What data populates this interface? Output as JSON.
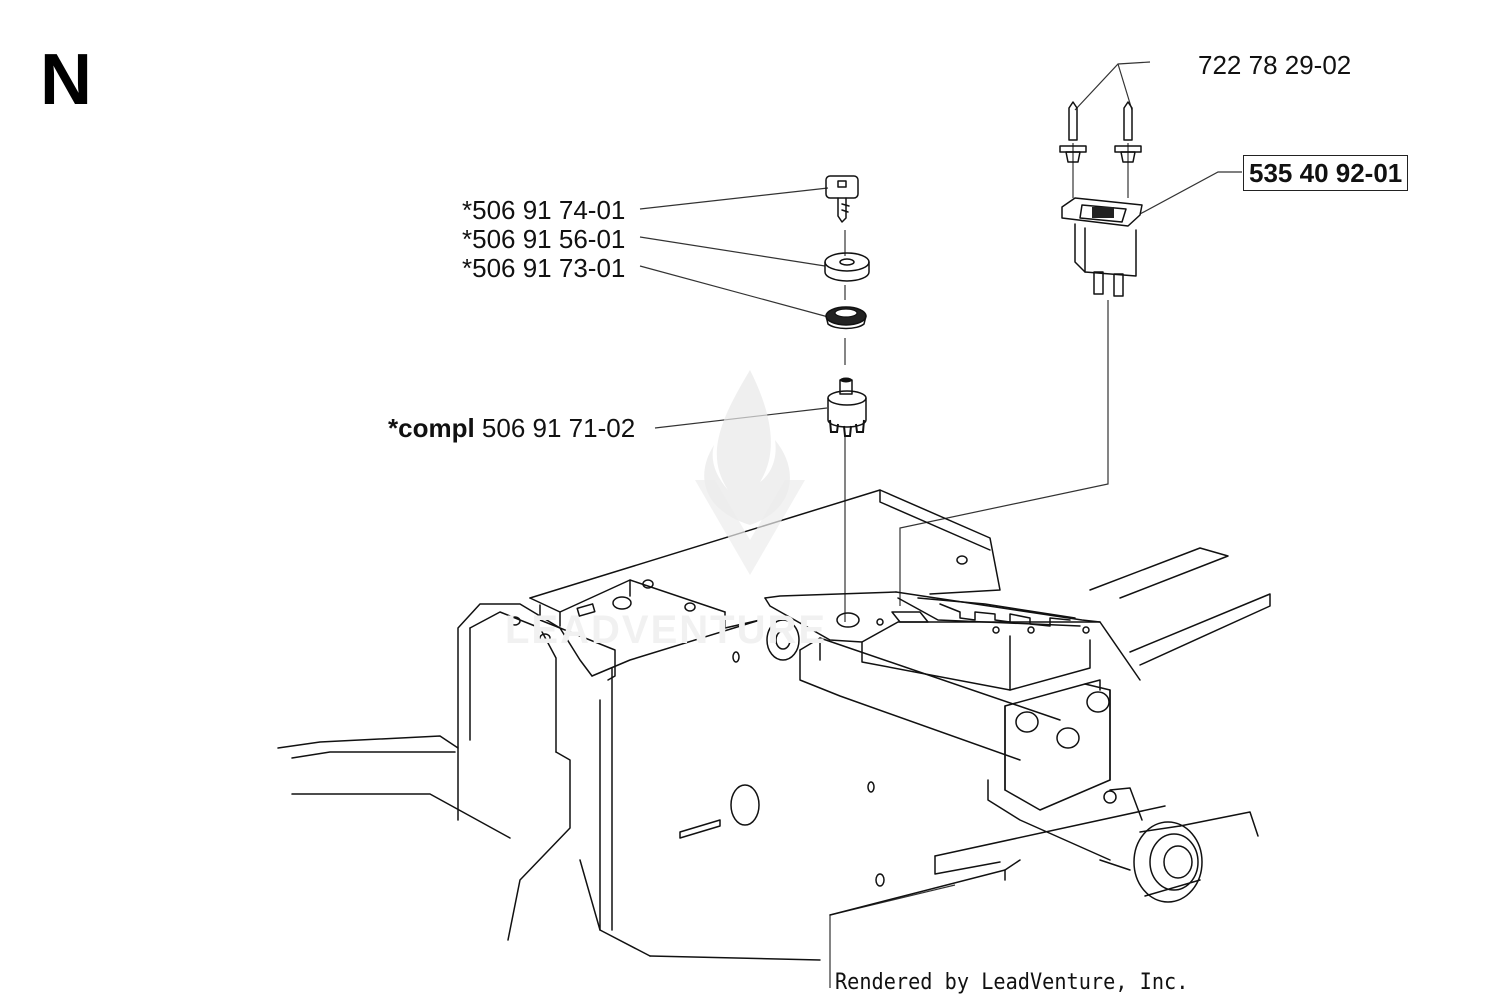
{
  "section_letter": "N",
  "parts": {
    "bolts": "722 78 29-02",
    "switch": "535 40 92-01",
    "key": "*506 91 74-01",
    "cap": "*506 91 56-01",
    "nut": "*506 91 73-01",
    "ignition_prefix": "*compl",
    "ignition_number": "506 91 71-02"
  },
  "highlighted_part": "535 40 92-01",
  "watermark_text": "LEADVENTURE",
  "credit": "Rendered by LeadVenture, Inc."
}
